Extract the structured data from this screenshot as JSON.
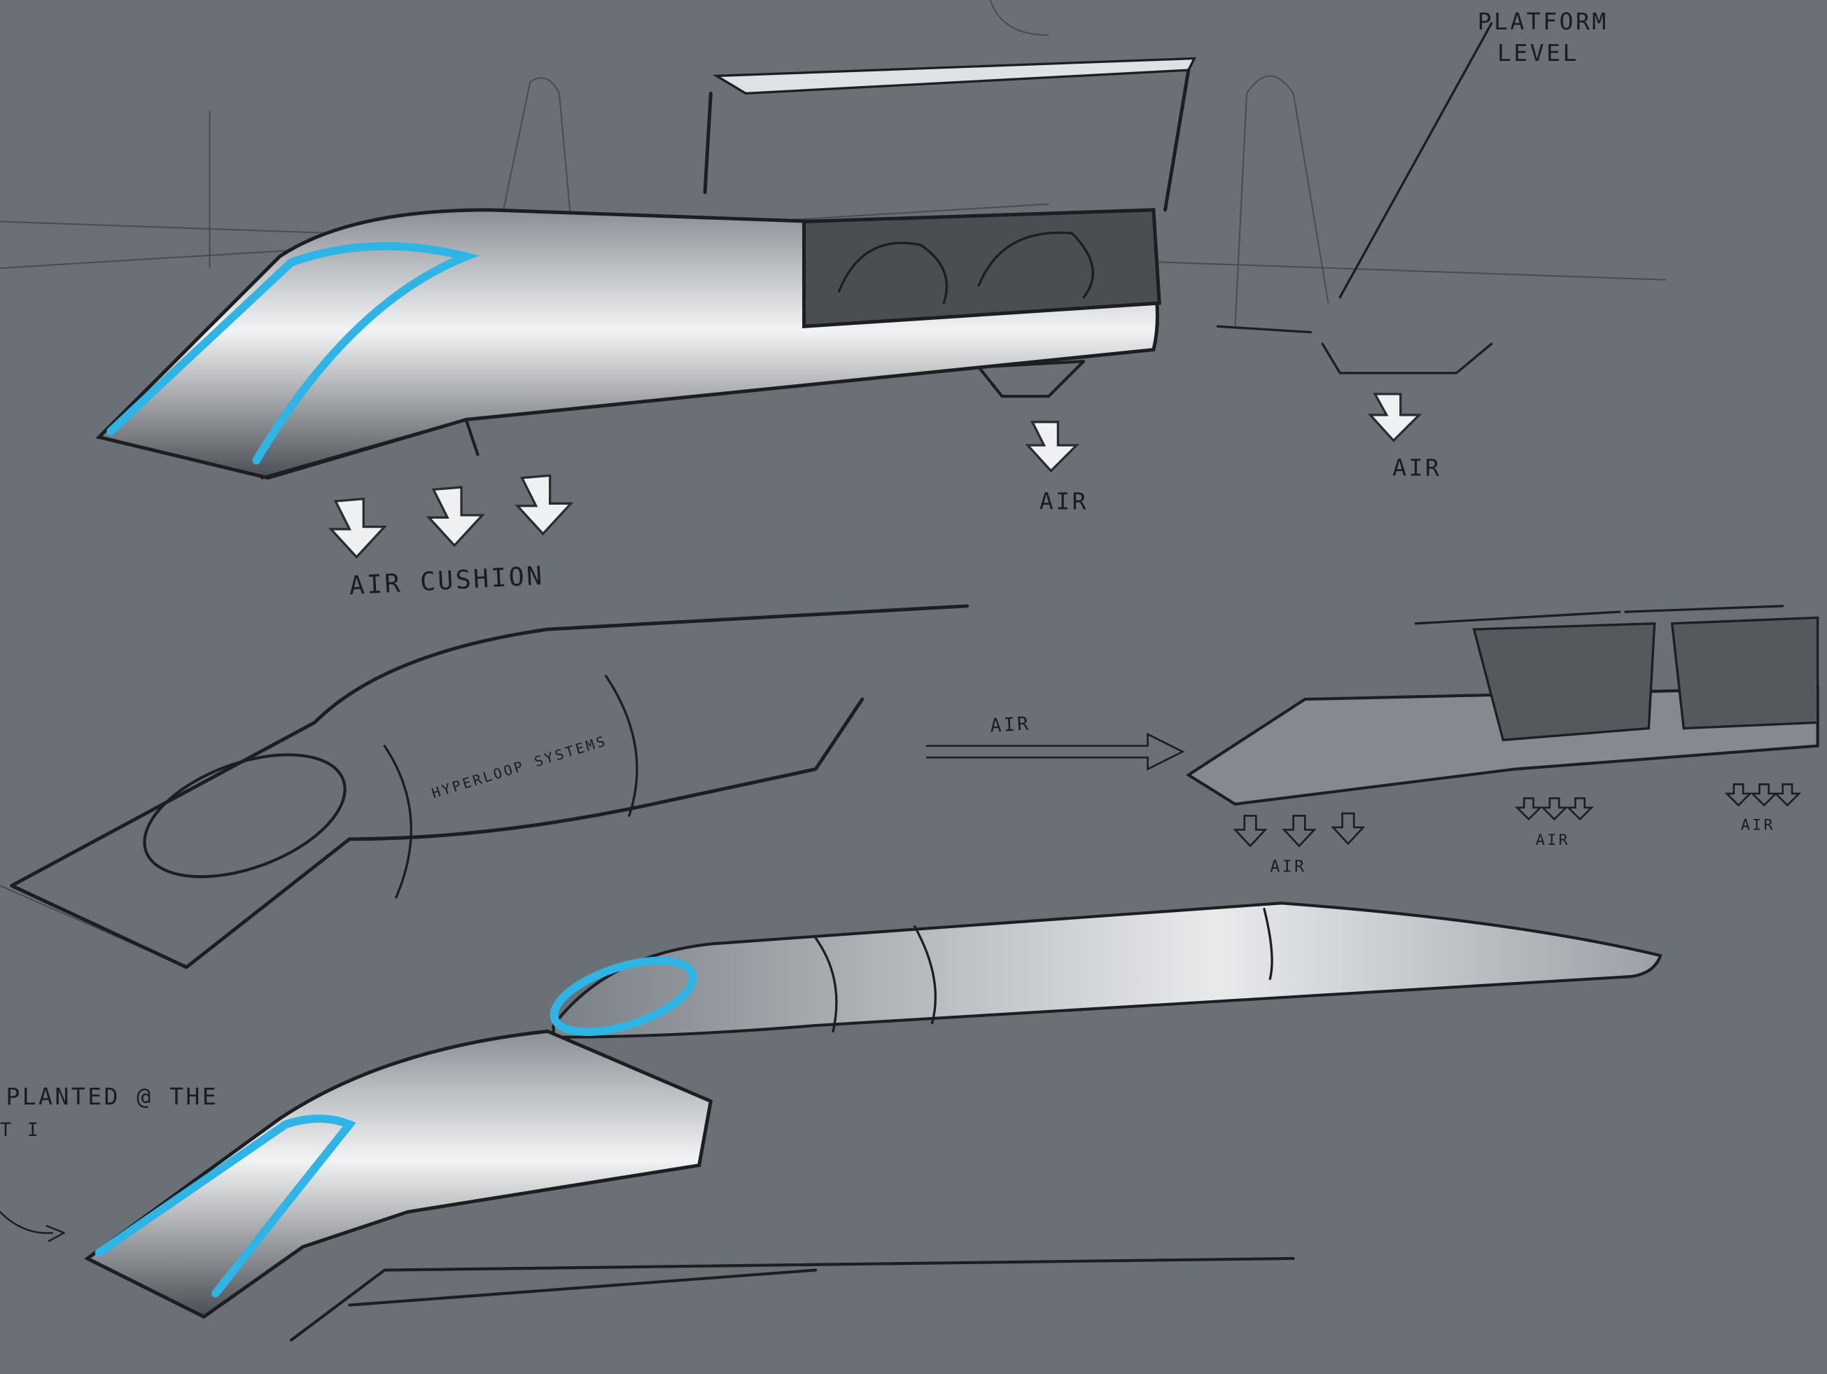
{
  "canvas": {
    "background": "#6b7077",
    "accent_blue": "#2fb4e6"
  },
  "labels": {
    "platform_level": [
      "PLATFORM",
      "LEVEL"
    ],
    "air_cushion": "AIR CUSHION",
    "air_1": "AIR",
    "air_2": "AIR",
    "air_side_arrow": "AIR",
    "air_small_1": "AIR",
    "air_small_2": "AIR",
    "air_small_3": "AIR",
    "pod_branding": "HYPERLOOP SYSTEMS",
    "planted_note": "PLANTED @ THE",
    "planted_note_cont": "T I"
  }
}
